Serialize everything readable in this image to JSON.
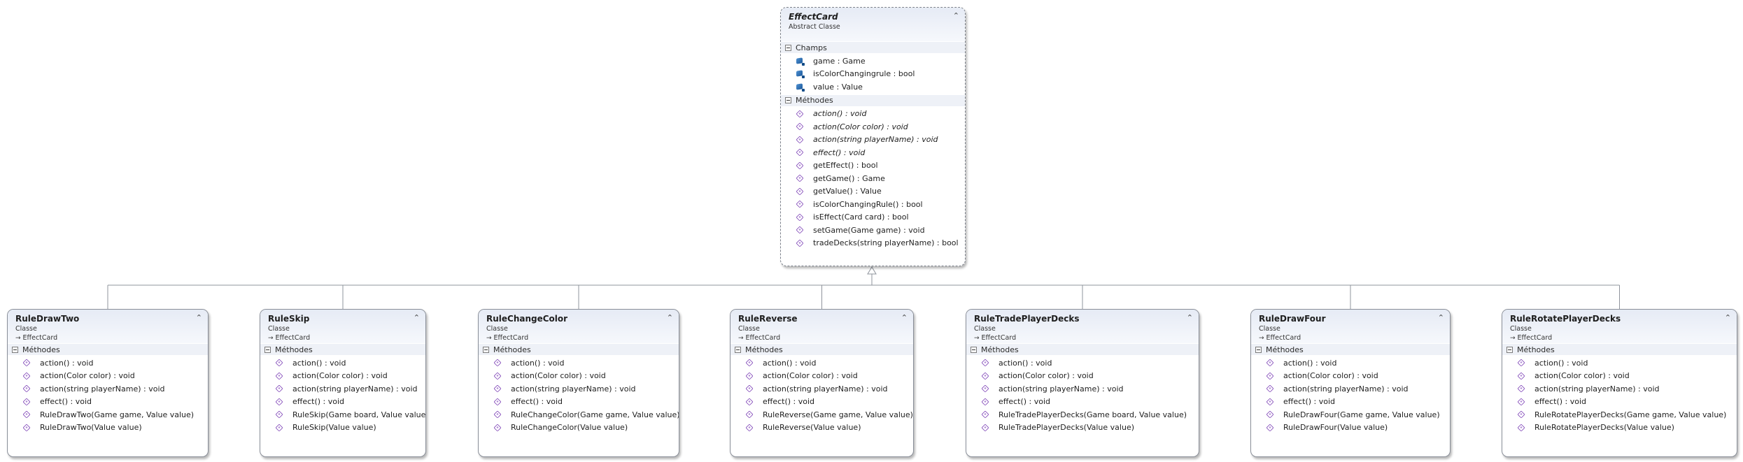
{
  "base_class": {
    "name": "EffectCard",
    "kind": "Abstract Classe",
    "sections": [
      {
        "title": "Champs",
        "members": [
          {
            "text": "game : Game",
            "icon": "field-icon",
            "italic": false
          },
          {
            "text": "isColorChangingrule : bool",
            "icon": "field-icon",
            "italic": false
          },
          {
            "text": "value : Value",
            "icon": "field-icon",
            "italic": false
          }
        ]
      },
      {
        "title": "Méthodes",
        "members": [
          {
            "text": "action() : void",
            "icon": "method-icon",
            "italic": true
          },
          {
            "text": "action(Color color) : void",
            "icon": "method-icon",
            "italic": true
          },
          {
            "text": "action(string playerName) : void",
            "icon": "method-icon",
            "italic": true
          },
          {
            "text": "effect() : void",
            "icon": "method-icon",
            "italic": true
          },
          {
            "text": "getEffect() : bool",
            "icon": "method-icon",
            "italic": false
          },
          {
            "text": "getGame() : Game",
            "icon": "method-icon",
            "italic": false
          },
          {
            "text": "getValue() : Value",
            "icon": "method-icon",
            "italic": false
          },
          {
            "text": "isColorChangingRule() : bool",
            "icon": "method-icon",
            "italic": false
          },
          {
            "text": "isEffect(Card card) : bool",
            "icon": "method-icon",
            "italic": false
          },
          {
            "text": "setGame(Game game) : void",
            "icon": "method-icon",
            "italic": false
          },
          {
            "text": "tradeDecks(string playerName) : bool",
            "icon": "method-icon",
            "italic": false
          }
        ]
      }
    ]
  },
  "subclasses": [
    {
      "name": "RuleDrawTwo",
      "kind": "Classe",
      "parent": "EffectCard",
      "sections": [
        {
          "title": "Méthodes",
          "members": [
            {
              "text": "action() : void",
              "icon": "method-icon"
            },
            {
              "text": "action(Color color) : void",
              "icon": "method-icon"
            },
            {
              "text": "action(string playerName) : void",
              "icon": "method-icon"
            },
            {
              "text": "effect() : void",
              "icon": "method-icon"
            },
            {
              "text": "RuleDrawTwo(Game game, Value value)",
              "icon": "method-icon"
            },
            {
              "text": "RuleDrawTwo(Value value)",
              "icon": "method-icon"
            }
          ]
        }
      ]
    },
    {
      "name": "RuleSkip",
      "kind": "Classe",
      "parent": "EffectCard",
      "sections": [
        {
          "title": "Méthodes",
          "members": [
            {
              "text": "action() : void",
              "icon": "method-icon"
            },
            {
              "text": "action(Color color) : void",
              "icon": "method-icon"
            },
            {
              "text": "action(string playerName) : void",
              "icon": "method-icon"
            },
            {
              "text": "effect() : void",
              "icon": "method-icon"
            },
            {
              "text": "RuleSkip(Game board, Value value)",
              "icon": "method-icon"
            },
            {
              "text": "RuleSkip(Value value)",
              "icon": "method-icon"
            }
          ]
        }
      ]
    },
    {
      "name": "RuleChangeColor",
      "kind": "Classe",
      "parent": "EffectCard",
      "sections": [
        {
          "title": "Méthodes",
          "members": [
            {
              "text": "action() : void",
              "icon": "method-icon"
            },
            {
              "text": "action(Color color) : void",
              "icon": "method-icon"
            },
            {
              "text": "action(string playerName) : void",
              "icon": "method-icon"
            },
            {
              "text": "effect() : void",
              "icon": "method-icon"
            },
            {
              "text": "RuleChangeColor(Game game, Value value)",
              "icon": "method-icon"
            },
            {
              "text": "RuleChangeColor(Value value)",
              "icon": "method-icon"
            }
          ]
        }
      ]
    },
    {
      "name": "RuleReverse",
      "kind": "Classe",
      "parent": "EffectCard",
      "sections": [
        {
          "title": "Méthodes",
          "members": [
            {
              "text": "action() : void",
              "icon": "method-icon"
            },
            {
              "text": "action(Color color) : void",
              "icon": "method-icon"
            },
            {
              "text": "action(string playerName) : void",
              "icon": "method-icon"
            },
            {
              "text": "effect() : void",
              "icon": "method-icon"
            },
            {
              "text": "RuleReverse(Game game, Value value)",
              "icon": "method-icon"
            },
            {
              "text": "RuleReverse(Value value)",
              "icon": "method-icon"
            }
          ]
        }
      ]
    },
    {
      "name": "RuleTradePlayerDecks",
      "kind": "Classe",
      "parent": "EffectCard",
      "sections": [
        {
          "title": "Méthodes",
          "members": [
            {
              "text": "action() : void",
              "icon": "method-icon"
            },
            {
              "text": "action(Color color) : void",
              "icon": "method-icon"
            },
            {
              "text": "action(string playerName) : void",
              "icon": "method-icon"
            },
            {
              "text": "effect() : void",
              "icon": "method-icon"
            },
            {
              "text": "RuleTradePlayerDecks(Game board, Value value)",
              "icon": "method-icon"
            },
            {
              "text": "RuleTradePlayerDecks(Value value)",
              "icon": "method-icon"
            }
          ]
        }
      ]
    },
    {
      "name": "RuleDrawFour",
      "kind": "Classe",
      "parent": "EffectCard",
      "sections": [
        {
          "title": "Méthodes",
          "members": [
            {
              "text": "action() : void",
              "icon": "method-icon"
            },
            {
              "text": "action(Color color) : void",
              "icon": "method-icon"
            },
            {
              "text": "action(string playerName) : void",
              "icon": "method-icon"
            },
            {
              "text": "effect() : void",
              "icon": "method-icon"
            },
            {
              "text": "RuleDrawFour(Game game, Value value)",
              "icon": "method-icon"
            },
            {
              "text": "RuleDrawFour(Value value)",
              "icon": "method-icon"
            }
          ]
        }
      ]
    },
    {
      "name": "RuleRotatePlayerDecks",
      "kind": "Classe",
      "parent": "EffectCard",
      "sections": [
        {
          "title": "Méthodes",
          "members": [
            {
              "text": "action() : void",
              "icon": "method-icon"
            },
            {
              "text": "action(Color color) : void",
              "icon": "method-icon"
            },
            {
              "text": "action(string playerName) : void",
              "icon": "method-icon"
            },
            {
              "text": "effect() : void",
              "icon": "method-icon"
            },
            {
              "text": "RuleRotatePlayerDecks(Game game, Value value)",
              "icon": "method-icon"
            },
            {
              "text": "RuleRotatePlayerDecks(Value value)",
              "icon": "method-icon"
            }
          ]
        }
      ]
    }
  ],
  "colors": {
    "header_gradient_top": "#e6ebf5",
    "connector": "#8f949c",
    "method_icon": "#7b3fb5",
    "field_icon": "#2a6cb3"
  }
}
